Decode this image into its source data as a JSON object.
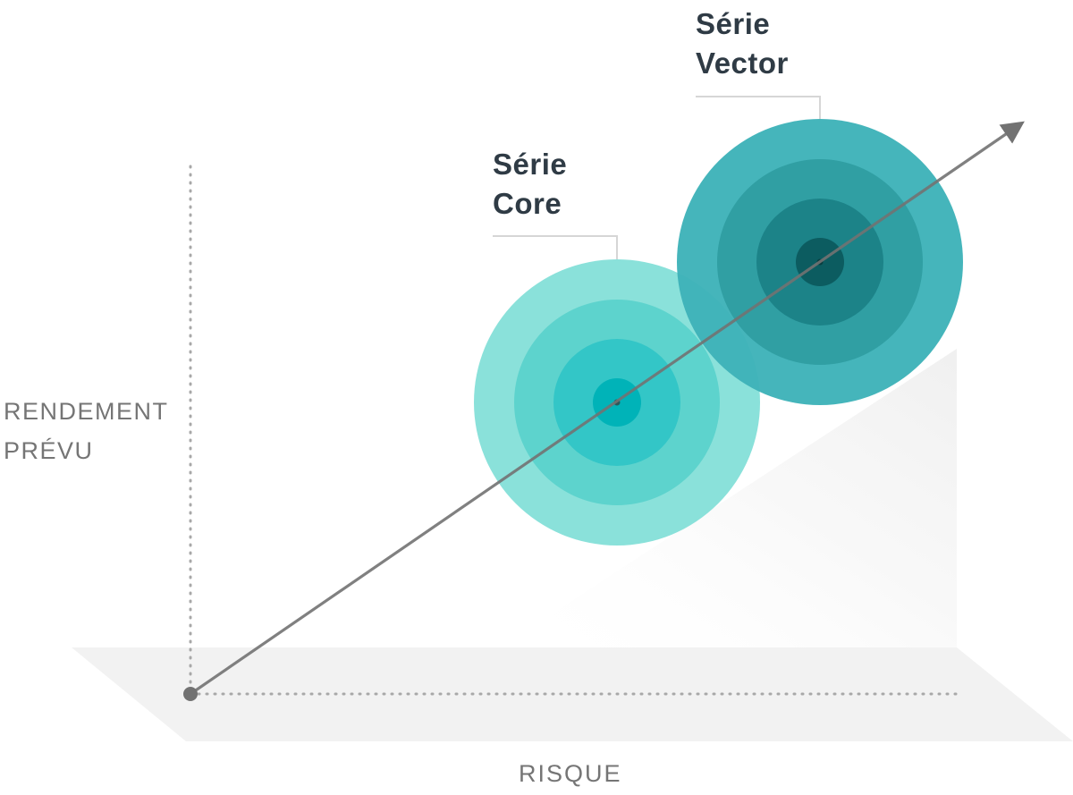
{
  "axes": {
    "y_label_line1": "RENDEMENT",
    "y_label_line2": "PRÉVU",
    "x_label": "RISQUE"
  },
  "series": [
    {
      "id": "core",
      "label_line1": "Série",
      "label_line2": "Core",
      "ring_colors": [
        "#8ae1da",
        "#5dd3cd",
        "#33c6c7",
        "#00b3b8"
      ]
    },
    {
      "id": "vector",
      "label_line1": "Série",
      "label_line2": "Vector",
      "ring_colors": [
        "#3fb3b9",
        "#2a9ca1",
        "#157f85",
        "#05575b"
      ]
    }
  ],
  "colors": {
    "arrow": "#727272",
    "dotted_axis": "#a8a8a8",
    "floor": "#f2f2f2",
    "leader_line": "#d6d6d6"
  }
}
